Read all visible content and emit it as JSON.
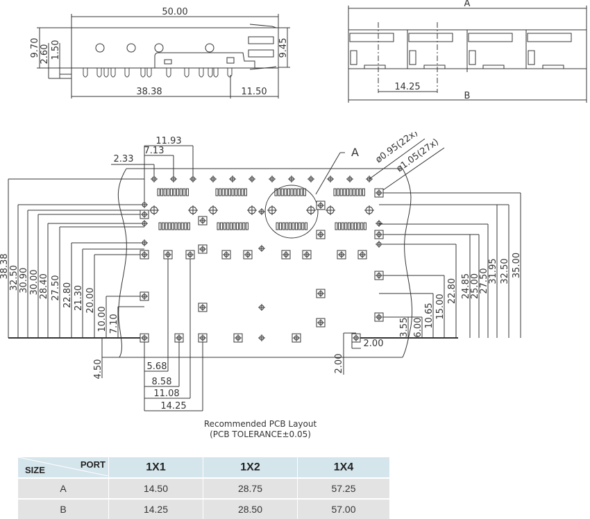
{
  "side_view": {
    "overall_length": "50.00",
    "height_total": "9.70",
    "height_a": "2.60",
    "height_b": "1.50",
    "height_right": "9.45",
    "pin_span": "38.38",
    "front_offset": "11.50"
  },
  "front_view": {
    "width_top_label": "A",
    "width_bottom_label": "B",
    "port_pitch": "14.25"
  },
  "pcb_layout": {
    "top_dims": [
      "11.93",
      "7.13",
      "2.33"
    ],
    "detail_label": "A",
    "hole_callout_1": "ø0.95(22x)",
    "hole_callout_2": "ø1.05(27x)",
    "left_dims": [
      "38.38",
      "32.50",
      "30.90",
      "30.00",
      "28.40",
      "27.50",
      "22.80",
      "21.30",
      "20.00",
      "10.00",
      "7.10",
      "4.50"
    ],
    "right_dims": [
      "35.00",
      "32.50",
      "31.95",
      "27.50",
      "25.00",
      "24.85",
      "22.80",
      "15.00",
      "10.65",
      "6.00",
      "3.55"
    ],
    "bottom_dims": [
      "5.68",
      "8.58",
      "11.08",
      "14.25"
    ],
    "right_bottom_dims": [
      "2.00",
      "2.00"
    ]
  },
  "caption": {
    "title": "Recommended PCB Layout",
    "tolerance": "(PCB TOLERANCE±0.05)"
  },
  "table": {
    "corner_top": "PORT",
    "corner_bottom": "SIZE",
    "headers": [
      "1X1",
      "1X2",
      "1X4"
    ],
    "rows": [
      {
        "label": "A",
        "values": [
          "14.50",
          "28.75",
          "57.25"
        ]
      },
      {
        "label": "B",
        "values": [
          "14.25",
          "28.50",
          "57.00"
        ]
      }
    ]
  },
  "colors": {
    "header_bg": "#d5e5ec",
    "row_bg": "#e3e3e3",
    "line": "#333333"
  }
}
